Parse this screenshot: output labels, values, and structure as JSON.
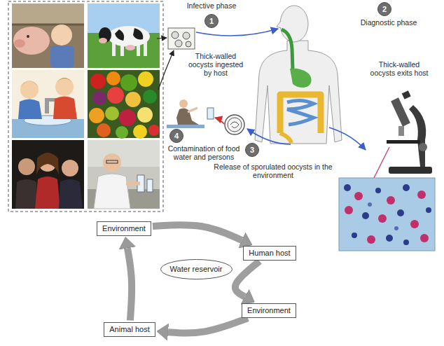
{
  "diagram": {
    "nodes": [
      {
        "text": [
          "1"
        ]
      },
      {
        "text": [
          "2"
        ]
      },
      {
        "text": [
          "3"
        ]
      },
      {
        "text": [
          "4"
        ]
      },
      {
        "text": [
          "Environment"
        ]
      },
      {
        "text": [
          "Human host"
        ]
      },
      {
        "text": [
          "Water reservoir"
        ]
      },
      {
        "text": [
          "Environment"
        ]
      },
      {
        "text": [
          "Animal host"
        ]
      }
    ],
    "edges": [
      {
        "from": 4,
        "to": 5,
        "arrow": "to"
      },
      {
        "from": 5,
        "to": 7,
        "arrow": "to"
      },
      {
        "from": 7,
        "to": 8,
        "arrow": "to"
      },
      {
        "from": 8,
        "to": 4,
        "arrow": "to"
      }
    ],
    "labels": [
      "Infective phase",
      "Diagnostic phase",
      "Thick-walled oocysts ingested by host",
      "Thick-walled oocysts exits host",
      "Contamination of food water and persons",
      "Release of sporulated oocysts in the environment"
    ]
  }
}
